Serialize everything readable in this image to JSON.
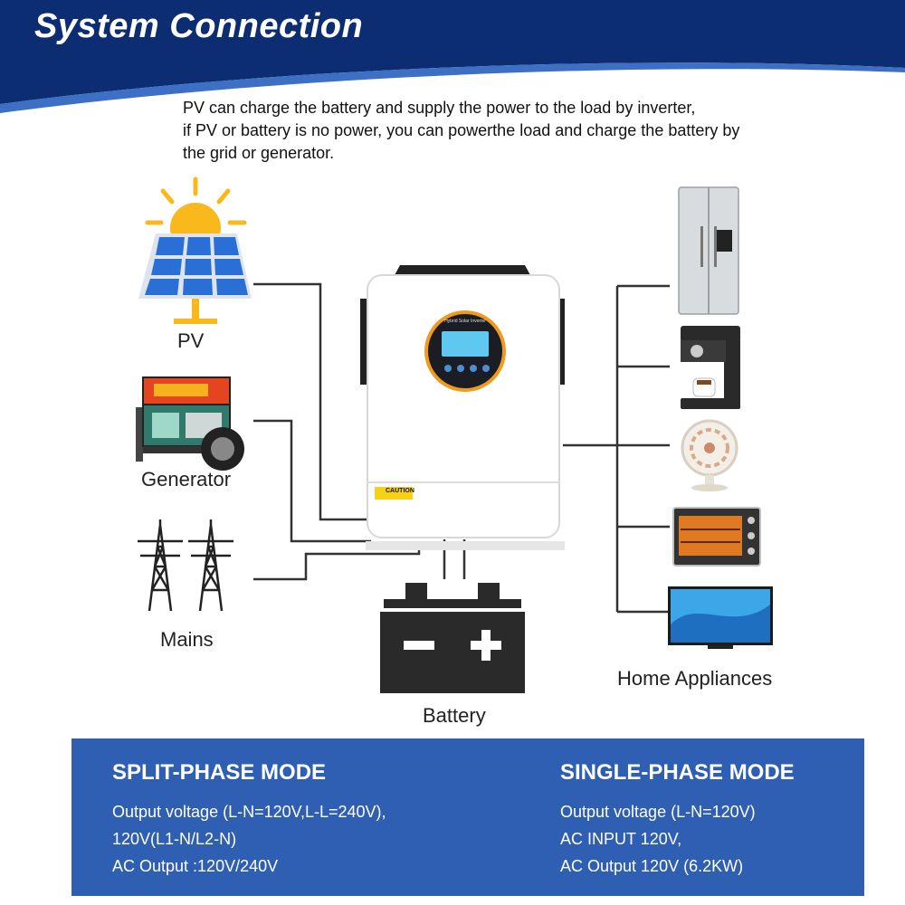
{
  "header": {
    "title": "System Connection"
  },
  "description": [
    "PV can charge the battery and supply the power to the load by inverter,",
    "if PV or battery is no power, you can powerthe load and charge the battery by",
    "the grid or generator."
  ],
  "sources": {
    "pv": "PV",
    "generator": "Generator",
    "mains": "Mains"
  },
  "inverter": {
    "caption": "Hybrid Solar Inverter",
    "caution": "CAUTION"
  },
  "battery": {
    "label": "Battery",
    "minus": "−",
    "plus": "+"
  },
  "loads": {
    "label": "Home Appliances",
    "icons": [
      "refrigerator-icon",
      "coffee-machine-icon",
      "fan-icon",
      "oven-icon",
      "tv-icon"
    ]
  },
  "modes": {
    "split": {
      "title": "SPLIT-PHASE MODE",
      "lines": [
        "Output voltage (L-N=120V,L-L=240V),",
        "120V(L1-N/L2-N)",
        "AC Output :120V/240V"
      ]
    },
    "single": {
      "title": "SINGLE-PHASE MODE",
      "lines": [
        "Output voltage (L-N=120V)",
        "AC INPUT 120V,",
        "AC Output 120V (6.2KW)"
      ]
    }
  },
  "colors": {
    "header": "#0d2d73",
    "panel": "#2f5fb3",
    "sun": "#f9b81c",
    "solar": "#2a6fd6",
    "inverterRing": "#f29a1c"
  }
}
